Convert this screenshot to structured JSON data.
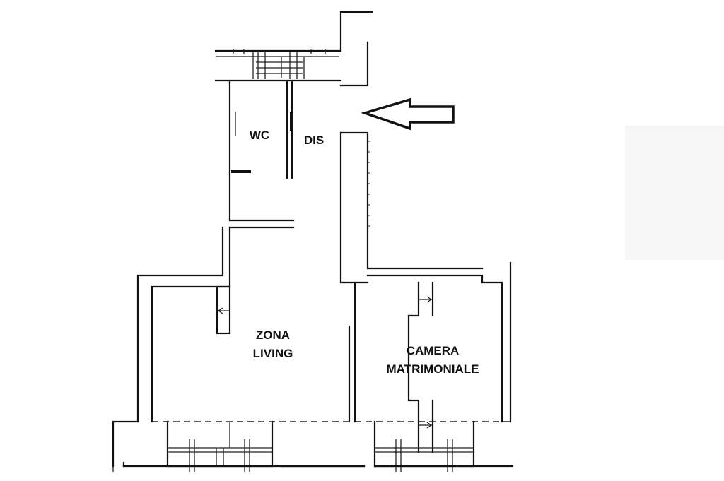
{
  "rooms": {
    "wc": "WC",
    "dis": "DIS",
    "zona_living": [
      "ZONA",
      "LIVING"
    ],
    "camera_matrimoniale": [
      "CAMERA",
      "MATRIMONIALE"
    ]
  },
  "entrance_arrow": {
    "icon": "entrance-arrow-icon",
    "direction": "left"
  }
}
